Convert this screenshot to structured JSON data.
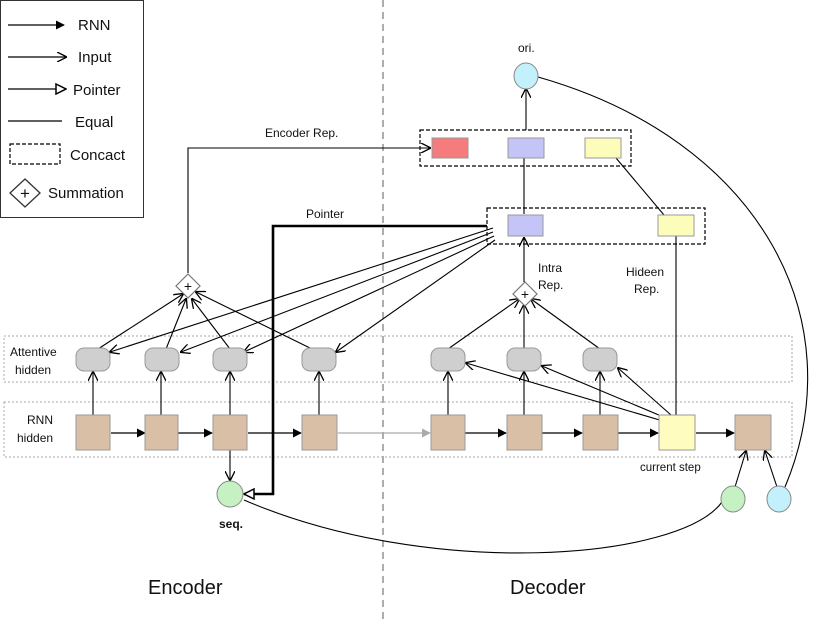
{
  "legend": {
    "rnn": "RNN",
    "input": "Input",
    "pointer": "Pointer",
    "equal": "Equal",
    "concact": "Concact",
    "summation": "Summation"
  },
  "sections": {
    "encoder": "Encoder",
    "decoder": "Decoder"
  },
  "rows": {
    "attentive_line1": "Attentive",
    "attentive_line2": "hidden",
    "rnn_line1": "RNN",
    "rnn_line2": "hidden"
  },
  "labels": {
    "ori": "ori.",
    "encoder_rep": "Encoder Rep.",
    "pointer": "Pointer",
    "intra_line1": "Intra",
    "intra_line2": "Rep.",
    "hideen_line1": "Hideen",
    "hideen_line2": "Rep.",
    "current_step": "current step",
    "seq": "seq."
  },
  "colors": {
    "rnn_node": "#d9bfa6",
    "attn_node": "#cfcfcf",
    "encoder_rep": "#f47c7c",
    "intra_rep": "#c4c4f7",
    "hidden_rep": "#fdfdbb",
    "current_step": "#fffcc0",
    "seq_node": "#c5f1c3",
    "ori_node": "#c2f1fb"
  },
  "symbols": {
    "plus": "+"
  }
}
